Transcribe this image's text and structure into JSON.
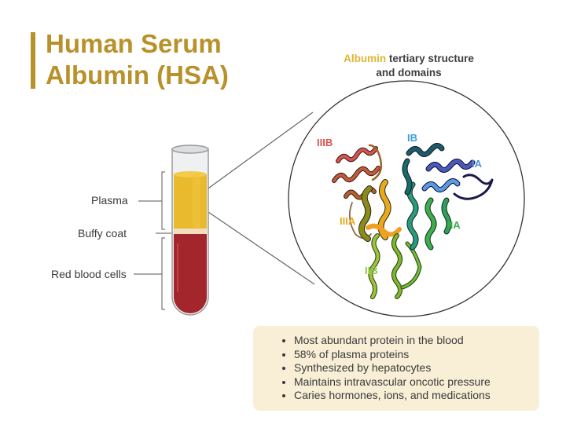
{
  "title": {
    "line1": "Human Serum",
    "line2": "Albumin (HSA)"
  },
  "structure_heading": {
    "accent_word": "Albumin",
    "rest_line1": " tertiary structure",
    "line2": "and domains"
  },
  "tube_labels": {
    "plasma": "Plasma",
    "buffy_coat": "Buffy coat",
    "red_blood_cells": "Red blood cells"
  },
  "domains": [
    {
      "label": "IIIB",
      "color": "#d9534f"
    },
    {
      "label": "IB",
      "color": "#3aa0d8"
    },
    {
      "label": "IA",
      "color": "#4f8fd8"
    },
    {
      "label": "IIIA",
      "color": "#e8a91c"
    },
    {
      "label": "IIA",
      "color": "#3fae4a"
    },
    {
      "label": "IIB",
      "color": "#8cc63f"
    }
  ],
  "facts": [
    "Most abundant protein in the blood",
    "58% of plasma proteins",
    "Synthesized by hepatocytes",
    "Maintains intravascular oncotic pressure",
    "Caries hormones, ions, and medications"
  ],
  "colors": {
    "brand": "#b8912a",
    "plasma": "#e9b92e",
    "rbc": "#a3262c",
    "info_bg": "#f8efd6"
  }
}
